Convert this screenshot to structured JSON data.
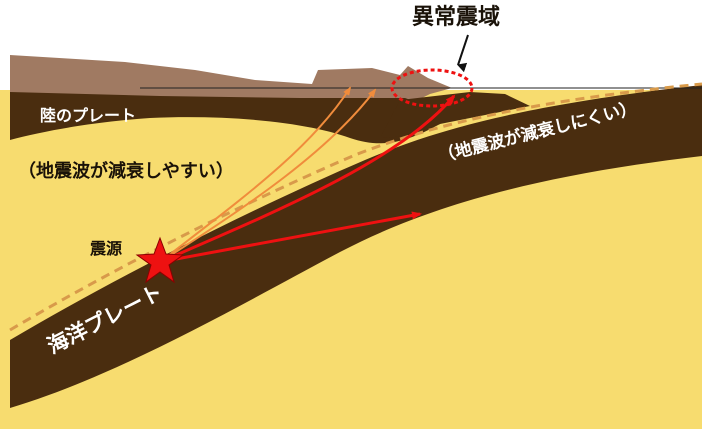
{
  "labels": {
    "anomaly_zone": "異常震域",
    "continental_plate": "陸のプレート",
    "continental_note": "（地震波が減衰しやすい）",
    "oceanic_note": "（地震波が減衰しにくい）",
    "hypocenter": "震源",
    "oceanic_plate": "海洋プレート"
  },
  "colors": {
    "mantle": "#f7dc6f",
    "plate": "#4a2d0f",
    "mountain": "#a07a62",
    "wave_strong": "#ee1111",
    "wave_weak": "#f08c3c",
    "boundary": "#d89a4a",
    "zone_outline": "#ee1111",
    "hypocenter_star": "#ee1111"
  },
  "icons": {
    "hypocenter": "star-icon",
    "callout": "down-arrow-icon"
  }
}
